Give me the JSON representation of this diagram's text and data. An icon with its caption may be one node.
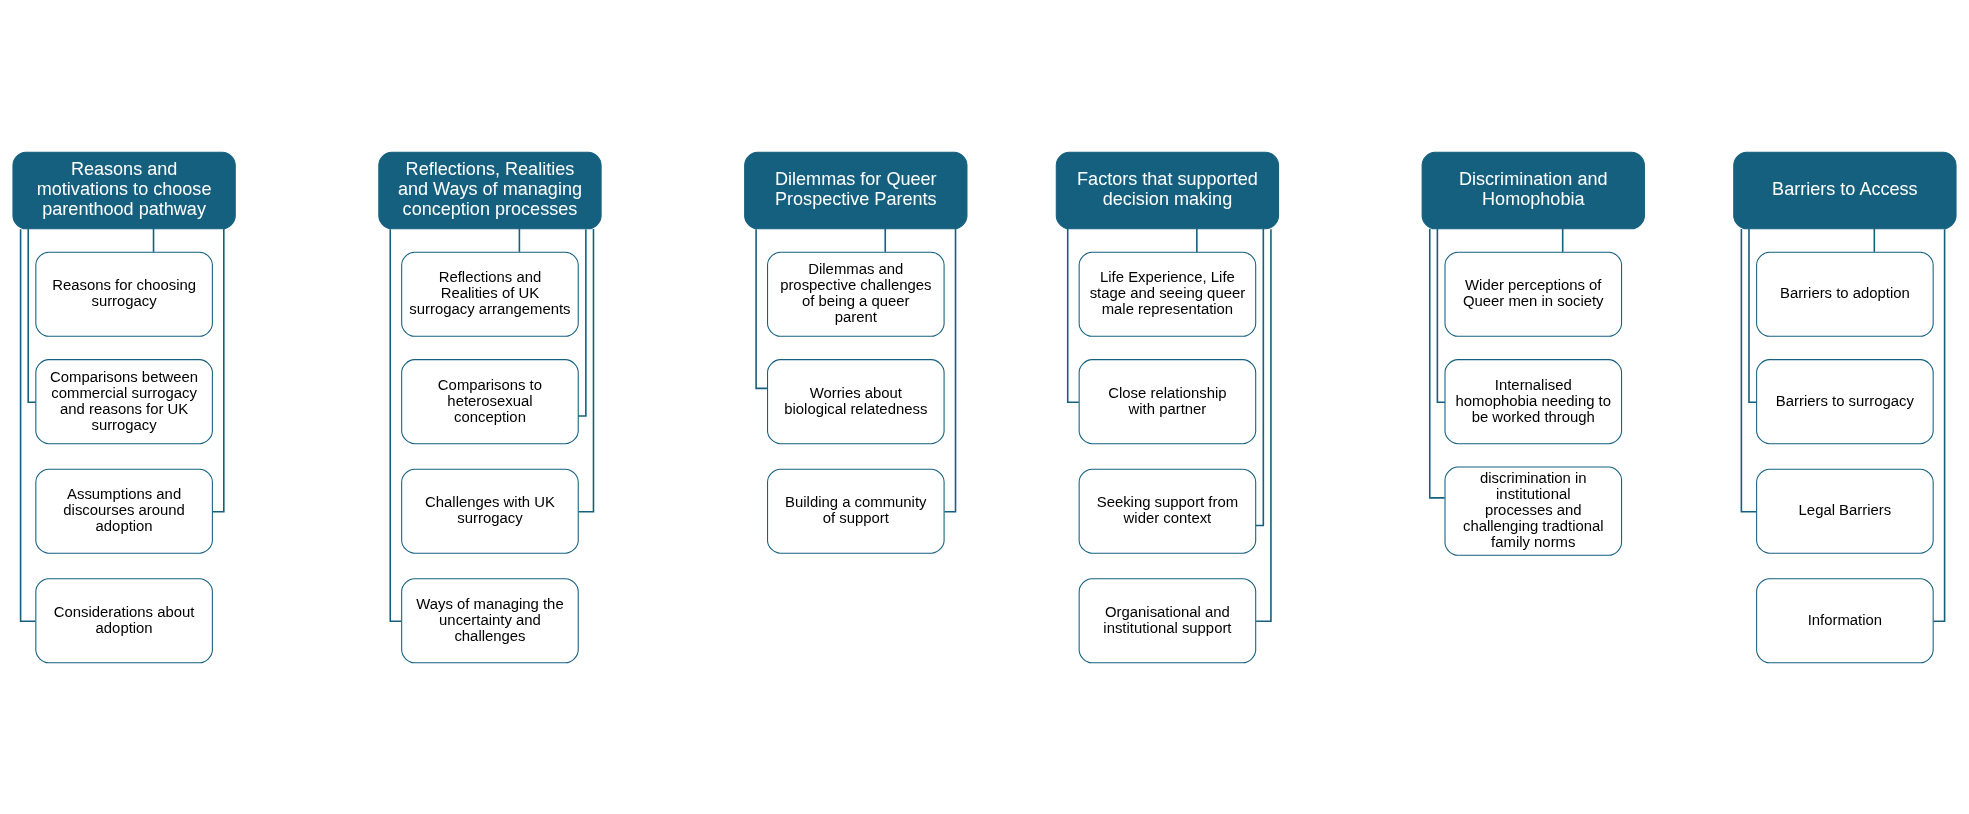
{
  "diagram": {
    "nodes": [
      {
        "text": [
          "Reasons and motivations to choose parenthood pathway"
        ]
      },
      {
        "text": [
          "Reasons for choosing surrogacy"
        ]
      },
      {
        "text": [
          "Comparisons between commercial surrogacy and reasons for UK surrogacy"
        ]
      },
      {
        "text": [
          "Assumptions and discourses around adoption"
        ]
      },
      {
        "text": [
          "Considerations about adoption"
        ]
      },
      {
        "text": [
          "Reflections, Realities and Ways of managing conception processes"
        ]
      },
      {
        "text": [
          "Reflections and Realities of UK surrogacy arrangements"
        ]
      },
      {
        "text": [
          "Comparisons to heterosexual conception"
        ]
      },
      {
        "text": [
          "Challenges with UK surrogacy"
        ]
      },
      {
        "text": [
          "Ways of managing the uncertainty and challenges"
        ]
      },
      {
        "text": [
          "Dilemmas for Queer Prospective Parents"
        ]
      },
      {
        "text": [
          "Dilemmas and prospective challenges of being a queer parent"
        ]
      },
      {
        "text": [
          "Worries about biological relatedness"
        ]
      },
      {
        "text": [
          "Building a community of support"
        ]
      },
      {
        "text": [
          "Factors that supported decision making"
        ]
      },
      {
        "text": [
          "Life Experience, Life stage and seeing queer male representation"
        ]
      },
      {
        "text": [
          "Close relationship with partner"
        ]
      },
      {
        "text": [
          "Seeking support from wider context"
        ]
      },
      {
        "text": [
          "Organisational and institutional support"
        ]
      },
      {
        "text": [
          "Discrimination and Homophobia"
        ]
      },
      {
        "text": [
          "Wider perceptions of Queer men in society"
        ]
      },
      {
        "text": [
          "Internalised homophobia needing to be worked through"
        ]
      },
      {
        "text": [
          "discrimination in institutional processes and challenging tradtional family norms"
        ]
      },
      {
        "text": [
          "Barriers to Access"
        ]
      },
      {
        "text": [
          "Barriers to adoption"
        ]
      },
      {
        "text": [
          "Barriers to surrogacy"
        ]
      },
      {
        "text": [
          "Legal Barriers"
        ]
      },
      {
        "text": [
          "Information"
        ]
      }
    ],
    "edges": [
      {
        "from": 0,
        "to": 1,
        "arrow": "none"
      },
      {
        "from": 0,
        "to": 2,
        "arrow": "none"
      },
      {
        "from": 0,
        "to": 3,
        "arrow": "none"
      },
      {
        "from": 0,
        "to": 4,
        "arrow": "none"
      },
      {
        "from": 5,
        "to": 6,
        "arrow": "none"
      },
      {
        "from": 5,
        "to": 7,
        "arrow": "none"
      },
      {
        "from": 5,
        "to": 8,
        "arrow": "none"
      },
      {
        "from": 5,
        "to": 9,
        "arrow": "none"
      },
      {
        "from": 10,
        "to": 11,
        "arrow": "none"
      },
      {
        "from": 10,
        "to": 12,
        "arrow": "none"
      },
      {
        "from": 10,
        "to": 13,
        "arrow": "none"
      },
      {
        "from": 14,
        "to": 15,
        "arrow": "none"
      },
      {
        "from": 14,
        "to": 16,
        "arrow": "none"
      },
      {
        "from": 14,
        "to": 17,
        "arrow": "none"
      },
      {
        "from": 14,
        "to": 18,
        "arrow": "none"
      },
      {
        "from": 19,
        "to": 20,
        "arrow": "none"
      },
      {
        "from": 19,
        "to": 21,
        "arrow": "none"
      },
      {
        "from": 19,
        "to": 22,
        "arrow": "none"
      },
      {
        "from": 23,
        "to": 24,
        "arrow": "none"
      },
      {
        "from": 23,
        "to": 25,
        "arrow": "none"
      },
      {
        "from": 23,
        "to": 26,
        "arrow": "none"
      },
      {
        "from": 23,
        "to": 27,
        "arrow": "none"
      }
    ]
  }
}
